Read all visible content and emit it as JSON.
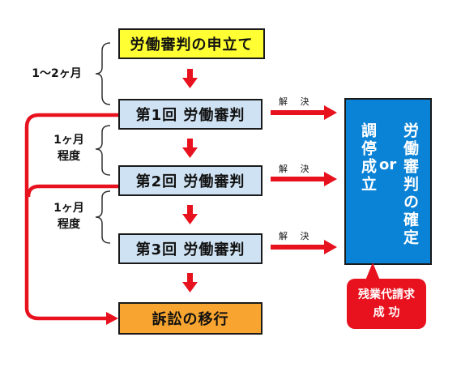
{
  "steps": {
    "application": "労働審判の申立て",
    "hearing1": "第1回 労働審判",
    "hearing2": "第2回 労働審判",
    "hearing3": "第3回 労働審判",
    "lawsuit": "訴訟の移行"
  },
  "intervals": {
    "first": "1〜2ヶ月",
    "second_line1": "1ヶ月",
    "second_line2": "程度",
    "third_line1": "1ヶ月",
    "third_line2": "程度"
  },
  "resolution_label": "解 決",
  "result": {
    "left_column": "調停成立",
    "or": "or",
    "right_column": "労働審判の確定"
  },
  "callout": {
    "line1": "残業代請求",
    "line2": "成 功"
  },
  "colors": {
    "arrow_red": "#e8111e",
    "result_blue": "#0a82d6",
    "step_blue": "#cfe2f3",
    "start_yellow": "#ffff33",
    "end_orange": "#f7a530"
  }
}
